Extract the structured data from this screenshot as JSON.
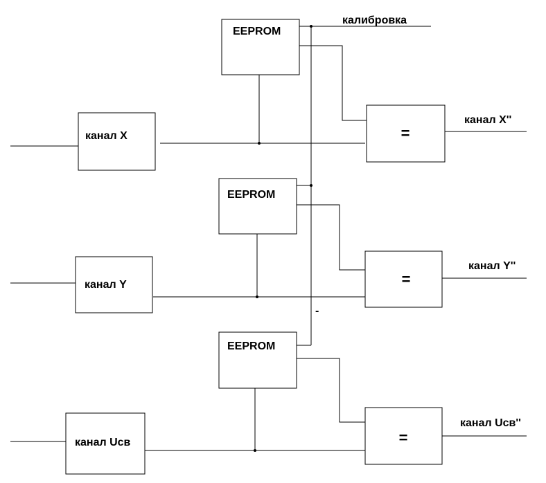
{
  "diagram": {
    "calibration_label": "калибровка",
    "rows": [
      {
        "channel_label": "канал X",
        "memory_label": "EEPROM",
        "comparator_symbol": "=",
        "output_label": "канал X''"
      },
      {
        "channel_label": "канал Y",
        "memory_label": "EEPROM",
        "comparator_symbol": "=",
        "output_label": "канал Y''"
      },
      {
        "channel_label": "канал Uсв",
        "memory_label": "EEPROM",
        "comparator_symbol": "=",
        "output_label": "канал Uсв''"
      }
    ],
    "stray_mark": "-"
  }
}
